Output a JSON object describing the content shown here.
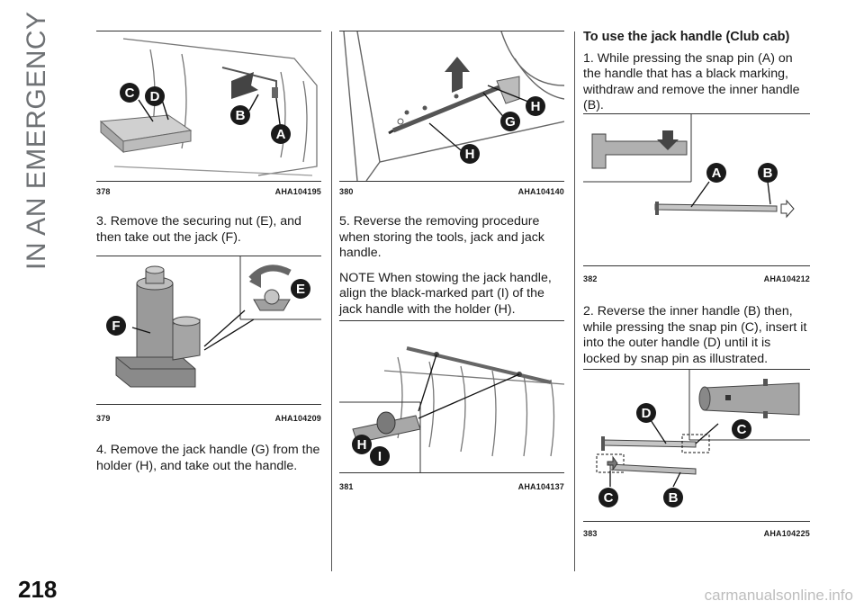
{
  "section_title": "IN AN EMERGENCY",
  "page_number": "218",
  "watermark": "carmanualsonline.info",
  "figures": {
    "f378": {
      "number": "378",
      "code": "AHA104195",
      "labels": [
        "C",
        "D",
        "B",
        "A"
      ]
    },
    "f379": {
      "number": "379",
      "code": "AHA104209",
      "labels": [
        "F",
        "E"
      ]
    },
    "f380": {
      "number": "380",
      "code": "AHA104140",
      "labels": [
        "H",
        "G",
        "H"
      ]
    },
    "f381": {
      "number": "381",
      "code": "AHA104137",
      "labels": [
        "H",
        "I"
      ]
    },
    "f382": {
      "number": "382",
      "code": "AHA104212",
      "labels": [
        "A",
        "B"
      ]
    },
    "f383": {
      "number": "383",
      "code": "AHA104225",
      "labels": [
        "D",
        "C",
        "C",
        "B"
      ]
    }
  },
  "text": {
    "step3": "3. Remove the securing nut (E), and then take out the jack (F).",
    "step4": "4. Remove the jack handle (G) from the holder (H), and take out the handle.",
    "step5": "5. Reverse the removing procedure when storing the tools, jack and jack handle.",
    "note": "NOTE When stowing the jack handle, align the black-marked part (I) of the jack handle with the holder (H).",
    "heading": "To use the jack handle (Club cab)",
    "club1": "1. While pressing the snap pin (A) on the handle that has a black marking, withdraw and remove the inner handle (B).",
    "club2": "2. Reverse the inner handle (B) then, while pressing the snap pin (C), insert it into the outer handle (D) until it is locked by snap pin as illustrated."
  },
  "colors": {
    "callout": "#1a1a1a",
    "rule": "#333333",
    "side_title": "#6f7275"
  }
}
